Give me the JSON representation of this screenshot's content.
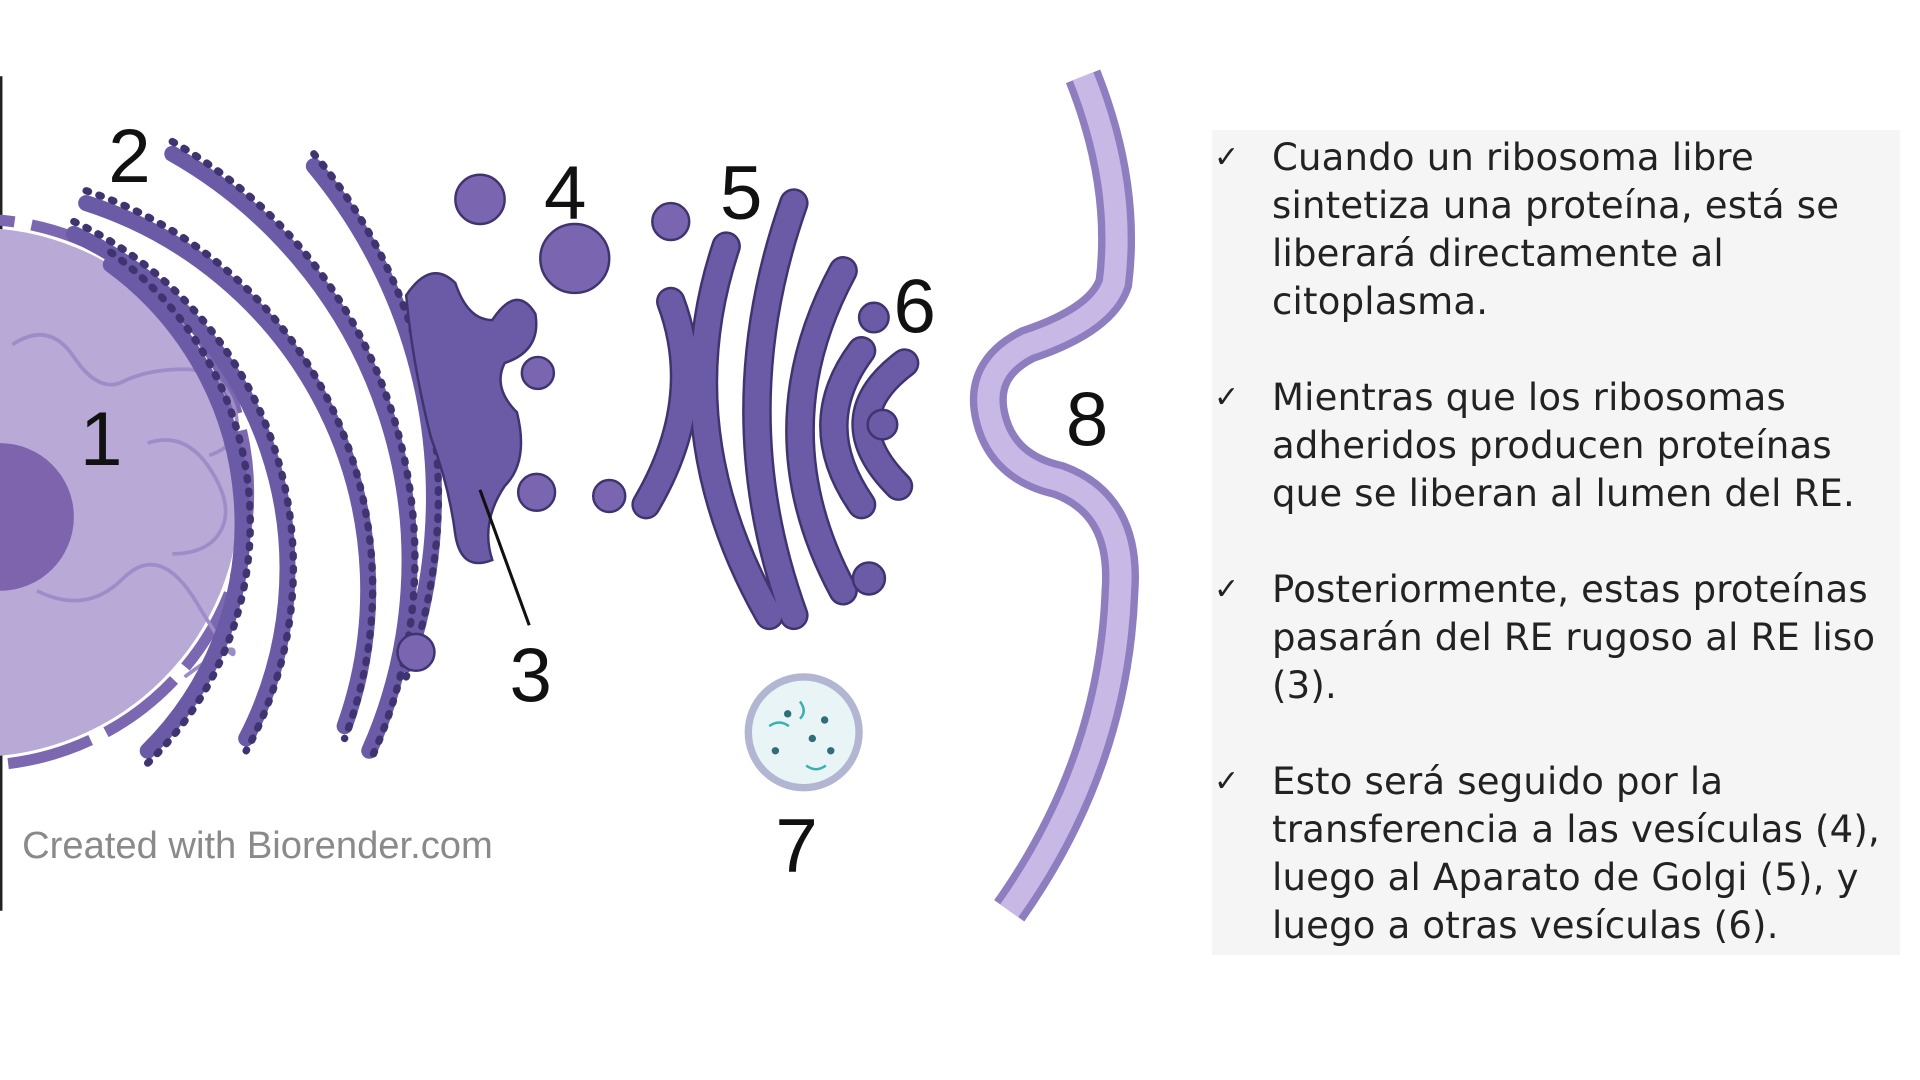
{
  "diagram": {
    "labels": [
      "1",
      "2",
      "3",
      "4",
      "5",
      "6",
      "7",
      "8"
    ],
    "credit": "Created with Biorender.com",
    "colors": {
      "organelle": "#6b5aa6",
      "outline": "#3f3470",
      "nucleus": "#b9a9d6",
      "membrane": "#c7b8e6"
    }
  },
  "bullets": [
    {
      "icon": "check-icon",
      "text": "Cuando un ribosoma libre sintetiza una proteína, está se liberará directamente al citoplasma."
    },
    {
      "icon": "check-icon",
      "text": "Mientras que los ribosomas adheridos producen proteínas que se liberan al lumen del RE."
    },
    {
      "icon": "check-icon",
      "text": "Posteriormente, estas proteínas pasarán del RE rugoso al RE liso (3)."
    },
    {
      "icon": "check-icon",
      "text": "Esto será seguido por la transferencia a las vesículas (4), luego al Aparato de Golgi (5), y luego a otras vesículas (6)."
    }
  ]
}
